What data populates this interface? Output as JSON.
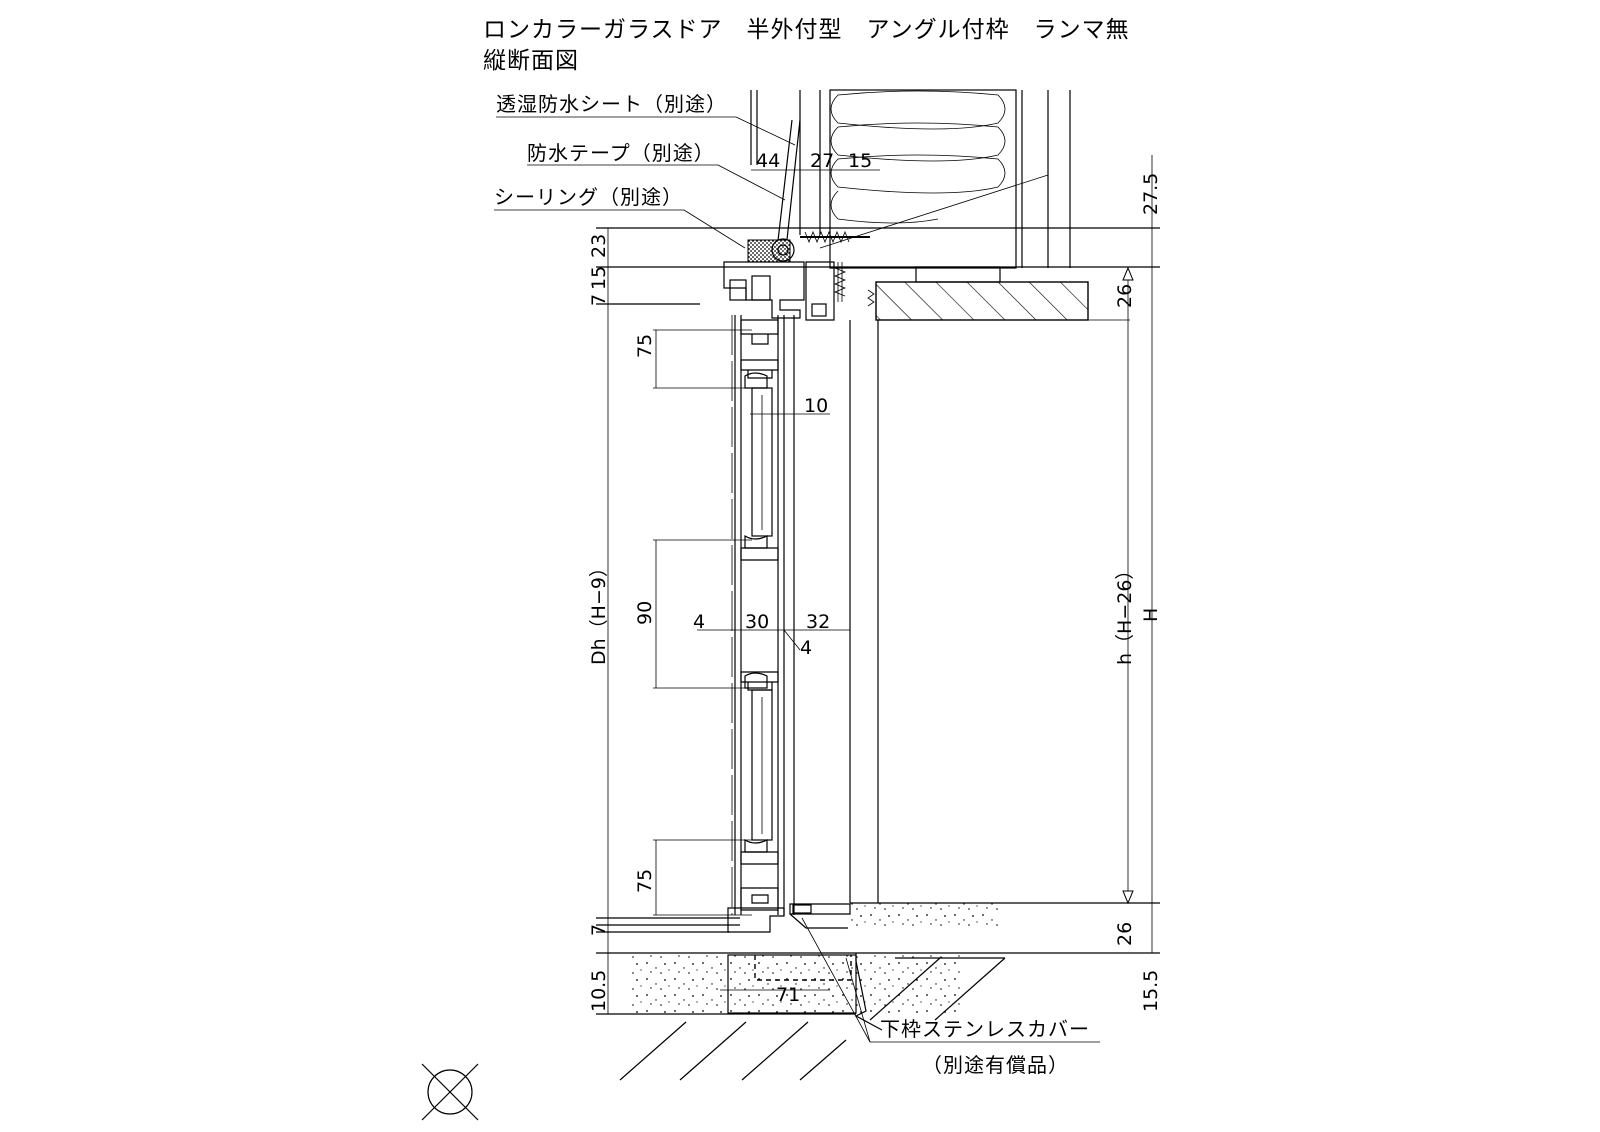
{
  "title": {
    "line1": "ロンカラーガラスドア　半外付型　アングル付枠　ランマ無",
    "line2": "縦断面図"
  },
  "callouts": {
    "moisture_sheet": "透湿防水シート（別途）",
    "waterproof_tape": "防水テープ（別途）",
    "sealing": "シーリング（別途）",
    "sill_cover_line1": "下枠ステンレスカバー",
    "sill_cover_line2": "（別途有償品）"
  },
  "dimensions": {
    "top_44": "44",
    "top_27": "27",
    "top_15": "15",
    "right_27_5": "27.5",
    "right_26_top": "26",
    "right_H": "H",
    "right_h": "h（H−26）",
    "right_26_bottom": "26",
    "right_15_5": "15.5",
    "left_23": "23",
    "left_15": "15",
    "left_7_top": "7",
    "left_Dh": "Dh（H−9）",
    "left_75_top": "75",
    "left_90": "90",
    "left_75_bottom": "75",
    "left_7_bottom": "7",
    "left_10_5": "10.5",
    "glass_10": "10",
    "stile_4": "4",
    "stile_30": "30",
    "stile_32": "32",
    "stile_4_b": "4",
    "sill_71": "71"
  }
}
